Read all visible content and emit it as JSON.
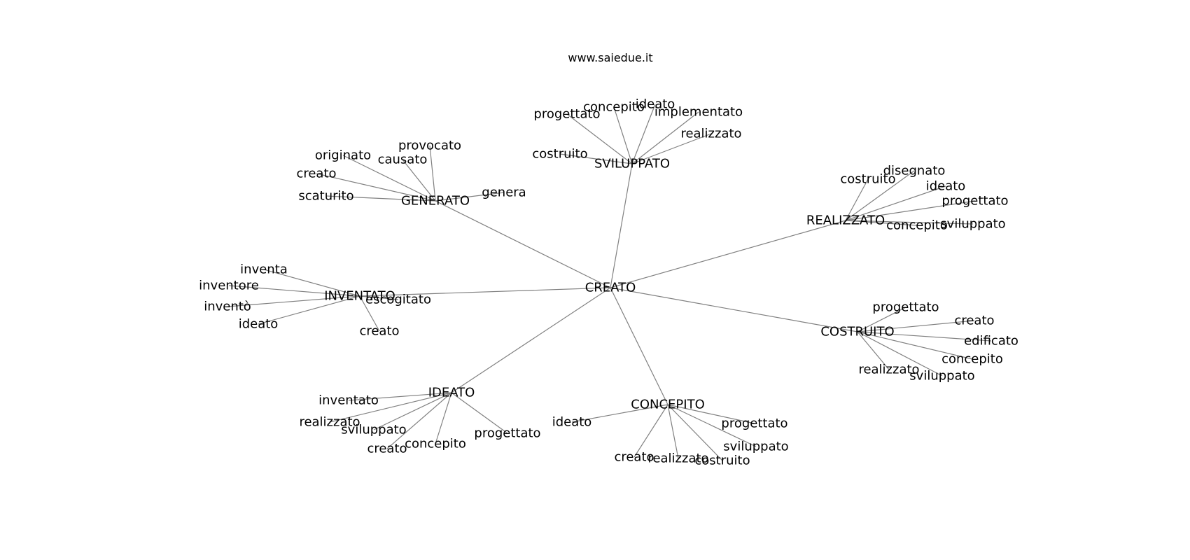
{
  "header": {
    "site": "www.saiedue.it"
  },
  "graph": {
    "center": "CREATO",
    "hubs": [
      {
        "label": "GENERATO",
        "leaves": [
          "originato",
          "provocato",
          "causato",
          "creato",
          "scaturito",
          "genera"
        ]
      },
      {
        "label": "SVILUPPATO",
        "leaves": [
          "progettato",
          "concepito",
          "ideato",
          "implementato",
          "realizzato",
          "costruito"
        ]
      },
      {
        "label": "REALIZZATO",
        "leaves": [
          "costruito",
          "disegnato",
          "ideato",
          "progettato",
          "concepito",
          "sviluppato"
        ]
      },
      {
        "label": "INVENTATO",
        "leaves": [
          "inventa",
          "inventore",
          "inventò",
          "ideato",
          "escogitato",
          "creato"
        ]
      },
      {
        "label": "COSTRUITO",
        "leaves": [
          "progettato",
          "creato",
          "edificato",
          "concepito",
          "realizzato",
          "sviluppato"
        ]
      },
      {
        "label": "IDEATO",
        "leaves": [
          "inventato",
          "realizzato",
          "sviluppato",
          "creato",
          "concepito",
          "progettato"
        ]
      },
      {
        "label": "CONCEPITO",
        "leaves": [
          "ideato",
          "progettato",
          "sviluppato",
          "creato",
          "realizzato",
          "costruito"
        ]
      }
    ]
  }
}
